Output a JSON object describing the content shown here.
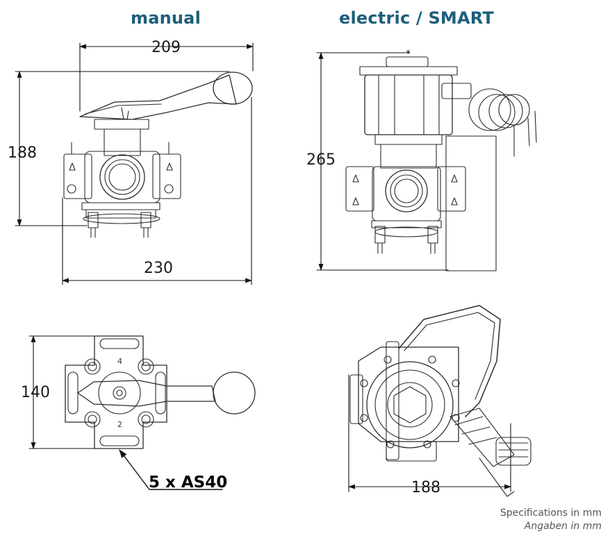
{
  "headings": {
    "manual": "manual",
    "electric": "electric / SMART"
  },
  "dimensions": {
    "manual_front_width_top": "209",
    "manual_front_height": "188",
    "manual_front_width_bottom": "230",
    "electric_front_height": "265",
    "manual_top_height": "140",
    "electric_top_width": "188"
  },
  "callout": "5 x AS40",
  "footer": {
    "line1": "Specifications in mm",
    "line2": "Angaben in mm"
  }
}
